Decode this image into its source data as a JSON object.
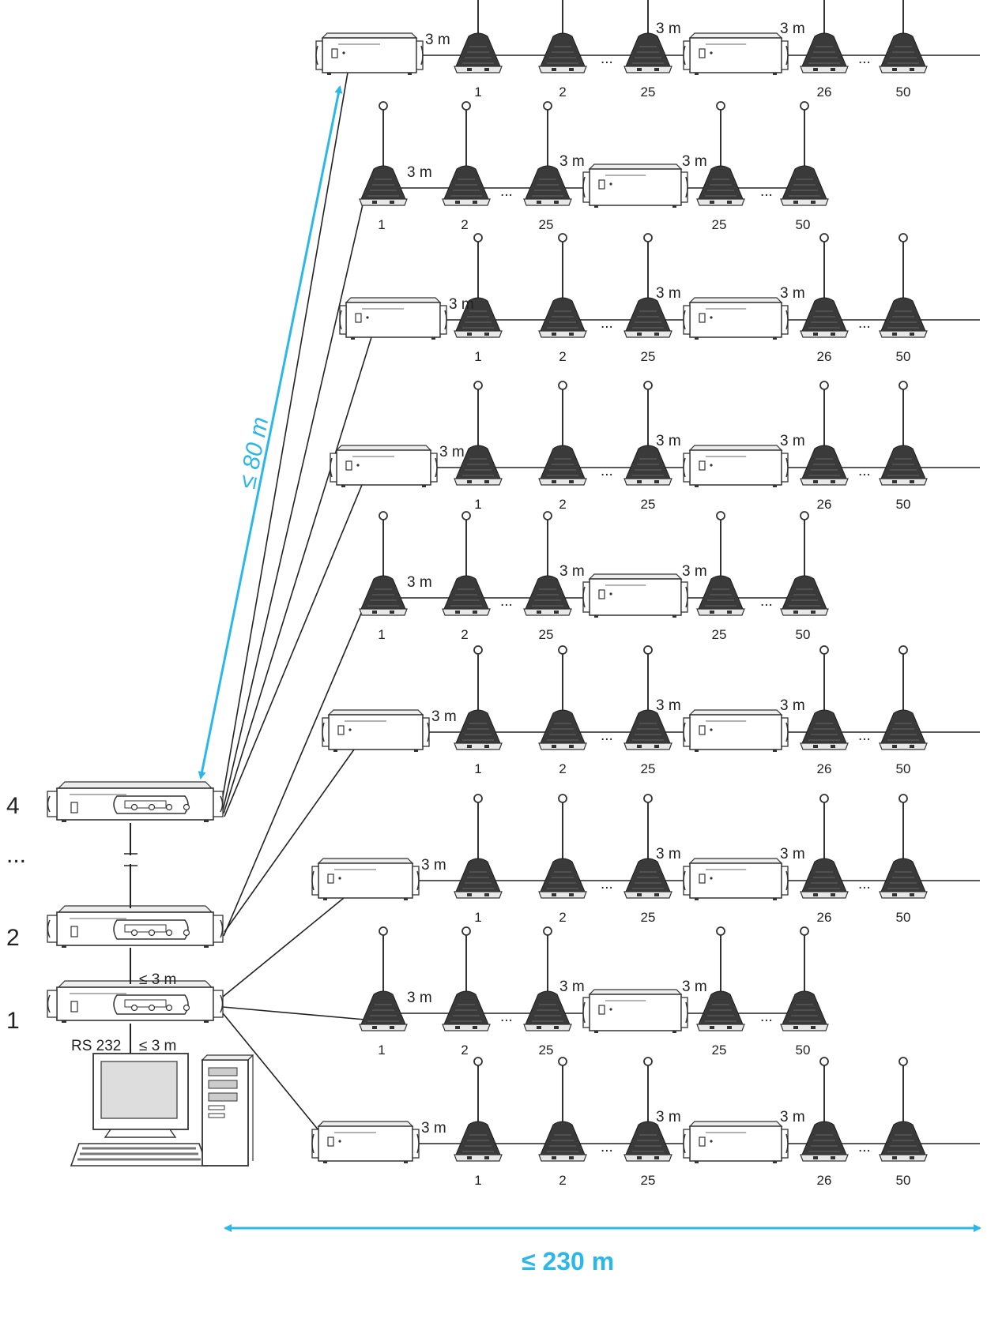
{
  "labels": {
    "cable_3m": "3 m",
    "ellipsis": "...",
    "stack_ellipsis": "...",
    "central_1": "1",
    "central_2": "2",
    "central_4": "4",
    "le3m_a": "≤ 3 m",
    "le3m_b": "≤ 3 m",
    "rs232": "RS 232",
    "dist80": "≤ 80 m",
    "dist230": "≤ 230 m"
  },
  "colors": {
    "accent": "#2bb7ea",
    "line": "#222222",
    "device": "#333333"
  },
  "row_types": {
    "A": {
      "items": [
        "ext",
        "mic",
        "mic",
        "mic",
        "ext",
        "mic",
        "mic"
      ],
      "numbers": [
        "1",
        "2",
        "25",
        "26",
        "50"
      ],
      "cable_labels": [
        "3 m",
        "3 m",
        "3 m"
      ]
    },
    "B": {
      "items": [
        "mic",
        "mic",
        "mic",
        "ext",
        "mic",
        "mic"
      ],
      "numbers": [
        "1",
        "2",
        "25",
        "25",
        "50"
      ],
      "cable_labels": [
        "3 m",
        "3 m",
        "3 m"
      ]
    }
  },
  "rows": [
    "A",
    "B",
    "A",
    "A",
    "B",
    "A",
    "A",
    "B",
    "A"
  ]
}
